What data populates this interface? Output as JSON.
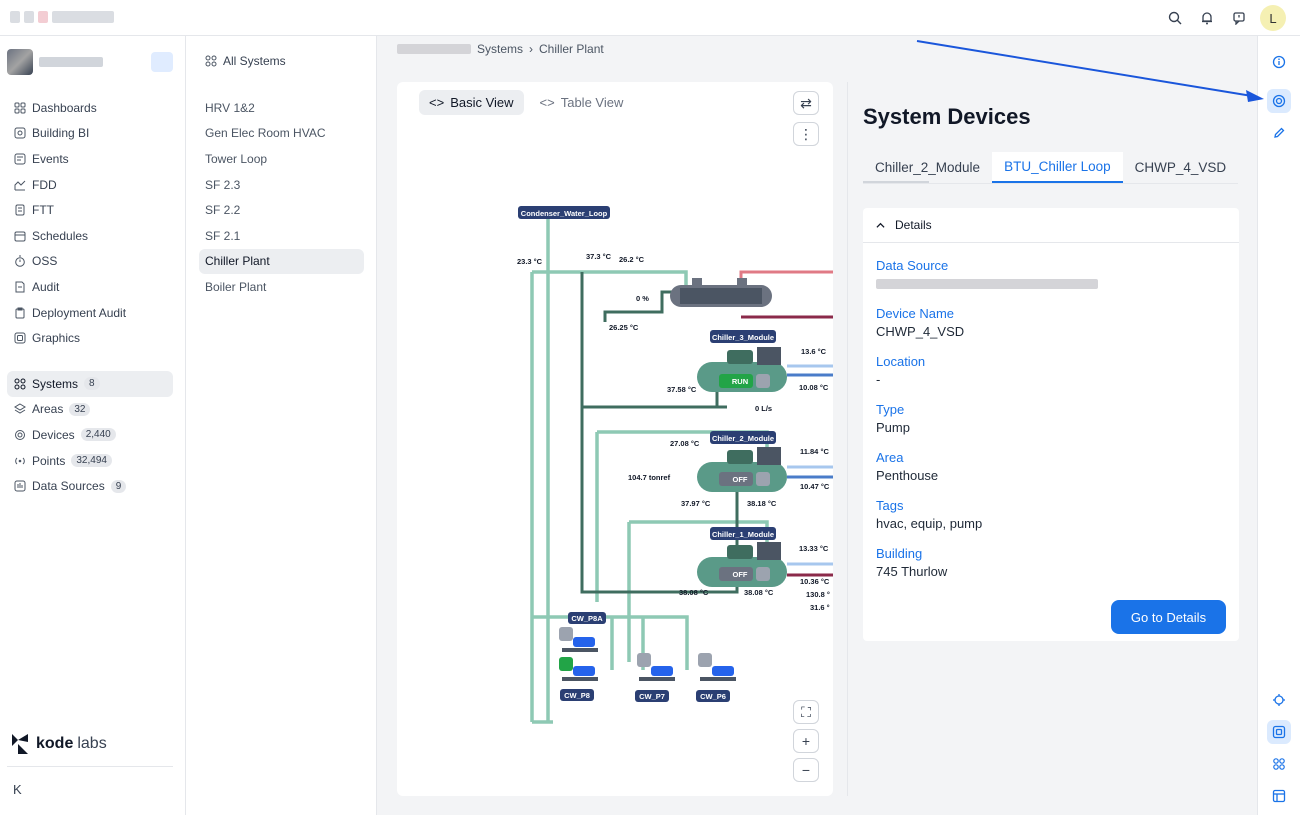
{
  "topbar": {
    "avatar_initial": "L",
    "icons": [
      "search-icon",
      "bell-icon",
      "chat-icon"
    ]
  },
  "nav": {
    "items": [
      {
        "label": "Dashboards",
        "icon": "dashboard-icon"
      },
      {
        "label": "Building BI",
        "icon": "chart-icon"
      },
      {
        "label": "Events",
        "icon": "events-icon"
      },
      {
        "label": "FDD",
        "icon": "fdd-icon"
      },
      {
        "label": "FTT",
        "icon": "ftt-icon"
      },
      {
        "label": "Schedules",
        "icon": "calendar-icon"
      },
      {
        "label": "OSS",
        "icon": "timer-icon"
      },
      {
        "label": "Audit",
        "icon": "audit-icon"
      },
      {
        "label": "Deployment Audit",
        "icon": "clipboard-icon"
      },
      {
        "label": "Graphics",
        "icon": "graphics-icon"
      }
    ],
    "resources": [
      {
        "label": "Systems",
        "count": "8",
        "icon": "systems-icon"
      },
      {
        "label": "Areas",
        "count": "32",
        "icon": "layers-icon"
      },
      {
        "label": "Devices",
        "count": "2,440",
        "icon": "chip-icon"
      },
      {
        "label": "Points",
        "count": "32,494",
        "icon": "broadcast-icon"
      },
      {
        "label": "Data Sources",
        "count": "9",
        "icon": "datasource-icon"
      }
    ],
    "logo_bold": "kode",
    "logo_light": "labs",
    "collapse_label": "K"
  },
  "systems": {
    "all_label": "All Systems",
    "items": [
      "HRV 1&2",
      "Gen Elec Room HVAC",
      "Tower Loop",
      "SF 2.3",
      "SF 2.2",
      "SF 2.1",
      "Chiller Plant",
      "Boiler Plant"
    ]
  },
  "breadcrumb": {
    "level1": "Systems",
    "level2": "Chiller Plant"
  },
  "view": {
    "basic_label": "Basic View",
    "table_label": "Table View"
  },
  "diagram": {
    "loop_label": "Condenser_Water_Loop",
    "temps": {
      "t1": "23.3 °C",
      "t2": "37.3 °C",
      "t3": "26.2 °C",
      "t4": "0 %",
      "t5": "26.25 °C",
      "c3_in": "37.58 °C",
      "c3_s": "13.6 °C",
      "c3_r": "10.08 °C",
      "flow": "0 L/s",
      "c2_in": "27.08 °C",
      "c2_s": "11.84 °C",
      "c2_r": "10.47 °C",
      "c2_tons": "104.7 tonref",
      "c2_a": "37.97 °C",
      "c2_b": "38.18 °C",
      "c1_s": "13.33 °C",
      "c1_r": "10.36 °C",
      "c1_a": "38.08 °C",
      "c1_b": "38.08 °C",
      "c1_x": "130.8 °",
      "c1_y": "31.6 °"
    },
    "chillers": [
      {
        "name": "Chiller_3_Module",
        "status": "RUN"
      },
      {
        "name": "Chiller_2_Module",
        "status": "OFF"
      },
      {
        "name": "Chiller_1_Module",
        "status": "OFF"
      }
    ],
    "pumps": [
      "CW_P8A",
      "CW_P8",
      "CW_P7",
      "CW_P6"
    ]
  },
  "panel": {
    "title": "System Devices",
    "tabs": [
      "Chiller_2_Module",
      "BTU_Chiller Loop",
      "CHWP_4_VSD"
    ],
    "details_label": "Details",
    "fields": {
      "data_source_label": "Data Source",
      "device_name_label": "Device Name",
      "device_name": "CHWP_4_VSD",
      "location_label": "Location",
      "location": "-",
      "type_label": "Type",
      "type": "Pump",
      "area_label": "Area",
      "area": "Penthouse",
      "tags_label": "Tags",
      "tags": "hvac, equip, pump",
      "building_label": "Building",
      "building": "745 Thurlow"
    },
    "go_button": "Go to Details"
  },
  "colors": {
    "accent": "#1a73e8",
    "pipe_green": "#8ec9b4",
    "pipe_dark": "#3f6d5f",
    "run_green": "#22a447",
    "badge_navy": "#2b3f73"
  }
}
